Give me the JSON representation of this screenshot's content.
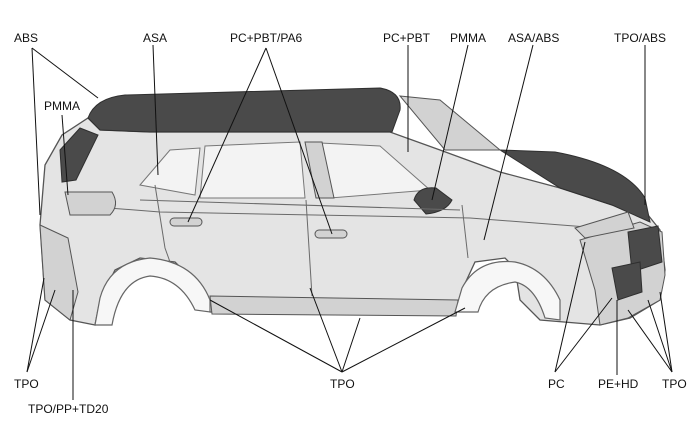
{
  "diagram": {
    "labels": {
      "abs": "ABS",
      "asa": "ASA",
      "pc_pbt_pa6": "PC+PBT/PA6",
      "pc_pbt": "PC+PBT",
      "pmma_top": "PMMA",
      "asa_abs": "ASA/ABS",
      "tpo_abs": "TPO/ABS",
      "pmma_left": "PMMA",
      "tpo_left": "TPO",
      "tpo_pp_td20": "TPO/PP+TD20",
      "tpo_bottom": "TPO",
      "pc": "PC",
      "pe_hd": "PE+HD",
      "tpo_right": "TPO"
    },
    "colors": {
      "body": "#e4e4e4",
      "dark_parts": "#4a4a4a",
      "text": "#111111"
    }
  }
}
